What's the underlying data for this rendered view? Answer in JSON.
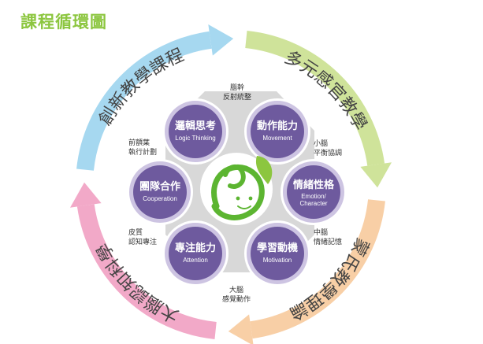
{
  "title": "課程循環圖",
  "ring_labels": [
    {
      "text": "創新教學課程",
      "color": "#a6d8f0"
    },
    {
      "text": "多元感官教學",
      "color": "#cfe39a"
    },
    {
      "text": "蒙氏教學理論",
      "color": "#f8cfa6"
    },
    {
      "text": "大腦認知科學",
      "color": "#f2a9c8"
    }
  ],
  "nodes": [
    {
      "main": "邏輯思考",
      "sub": [
        "Logic Thinking"
      ]
    },
    {
      "main": "動作能力",
      "sub": [
        "Movement"
      ]
    },
    {
      "main": "情緒性格",
      "sub": [
        "Emotion/",
        "Character"
      ]
    },
    {
      "main": "學習動機",
      "sub": [
        "Motivation"
      ]
    },
    {
      "main": "專注能力",
      "sub": [
        "Attention"
      ]
    },
    {
      "main": "團隊合作",
      "sub": [
        "Cooperation"
      ]
    }
  ],
  "brain_labels": [
    [
      "腦幹",
      "反射統整"
    ],
    [
      "小腦",
      "平衡協調"
    ],
    [
      "中腦",
      "情緒記憶"
    ],
    [
      "大腦",
      "感覺動作"
    ],
    [
      "皮質",
      "認知專注"
    ],
    [
      "前額葉",
      "執行計劃"
    ]
  ],
  "colors": {
    "title": "#8cc63f",
    "node_fill": "#6e5a9e",
    "node_ring": "#cdc4e2",
    "hexagon": "#d8d8d8",
    "logo_green": "#5cb531"
  },
  "icons": {
    "center_logo": "smiling-face-logo"
  }
}
